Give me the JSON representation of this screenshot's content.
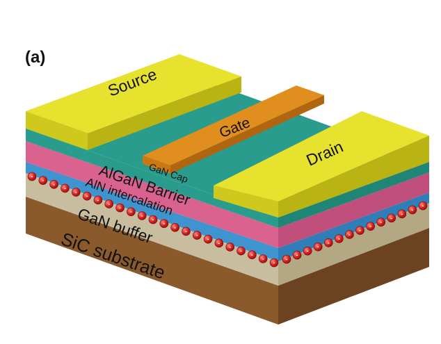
{
  "panel_label": "(a)",
  "contacts": {
    "source": "Source",
    "gate": "Gate",
    "drain": "Drain"
  },
  "layers": {
    "cap": "GaN Cap",
    "barrier": "AlGaN Barrier",
    "intercalation": "AlN intercalation",
    "buffer": "GaN buffer",
    "substrate": "SiC substrate"
  },
  "colors": {
    "contact_metal": "#e6e22e",
    "gate_metal": "#e08e1e",
    "gan_cap": "#2a9c8e",
    "algan_barrier": "#d9628f",
    "aln_intercalation": "#3f94d0",
    "gan_buffer": "#c9bd9f",
    "sic_substrate": "#8a5a2c",
    "electron": "#d42020"
  },
  "electron_symbol": "-"
}
